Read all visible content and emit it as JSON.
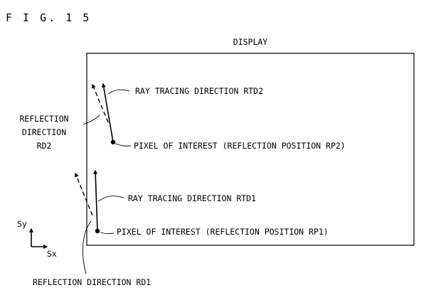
{
  "figure_label": "F I G.  1 5",
  "display_label": "DISPLAY",
  "rtd2_label": "RAY TRACING DIRECTION RTD2",
  "pixel2_label": "PIXEL OF INTEREST (REFLECTION POSITION RP2)",
  "rd2_label": [
    "REFLECTION",
    "DIRECTION",
    "RD2"
  ],
  "rtd1_label": "RAY TRACING DIRECTION RTD1",
  "pixel1_label": "PIXEL OF INTEREST (REFLECTION POSITION RP1)",
  "rd1_label": "REFLECTION DIRECTION RD1",
  "axis_y_label": "Sy",
  "axis_x_label": "Sx"
}
